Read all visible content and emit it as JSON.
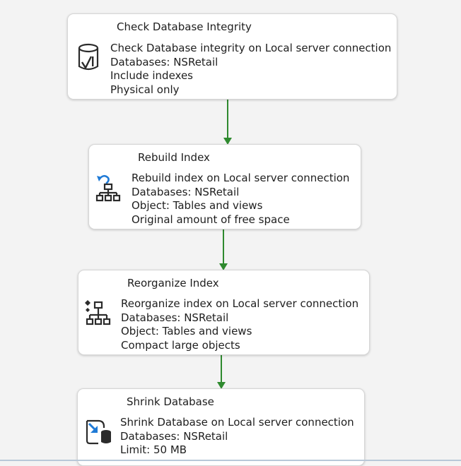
{
  "tasks": [
    {
      "title": "Check Database Integrity",
      "icon": "database-check-icon",
      "lines": [
        "Check Database integrity on Local server connection",
        "Databases: NSRetail",
        "Include indexes",
        "Physical only"
      ]
    },
    {
      "title": "Rebuild Index",
      "icon": "rebuild-index-icon",
      "lines": [
        "Rebuild index on Local server connection",
        "Databases: NSRetail",
        "Object: Tables and views",
        "Original amount of free space"
      ]
    },
    {
      "title": "Reorganize Index",
      "icon": "reorganize-index-icon",
      "lines": [
        "Reorganize index on Local server connection",
        "Databases: NSRetail",
        "Object: Tables and views",
        "Compact large objects"
      ]
    },
    {
      "title": "Shrink Database",
      "icon": "shrink-database-icon",
      "lines": [
        "Shrink Database on Local server connection",
        "Databases: NSRetail",
        "Limit: 50 MB"
      ]
    }
  ],
  "colors": {
    "connector": "#2f8a2f",
    "box_border": "#d6d6d6",
    "icon_blue": "#1f7ad6"
  }
}
